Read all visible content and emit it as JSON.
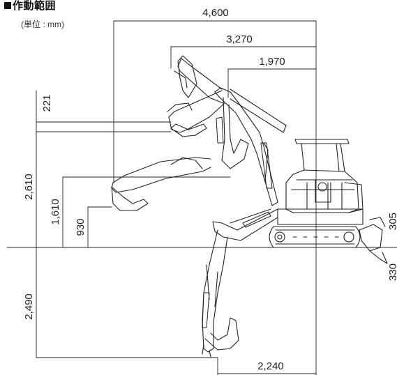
{
  "header": {
    "title": "作動範囲",
    "unit": "(単位 : mm)"
  },
  "dimensions": {
    "horizontal": {
      "max_reach": "4,600",
      "reach_mid": "3,270",
      "reach_min": "1,970",
      "bottom": "2,240"
    },
    "vertical": {
      "top_offset": "221",
      "max_height": "2,610",
      "mid_height": "1,610",
      "low_height": "930",
      "max_depth": "2,490"
    },
    "right_cut": {
      "upper": "305",
      "lower": "330"
    }
  }
}
